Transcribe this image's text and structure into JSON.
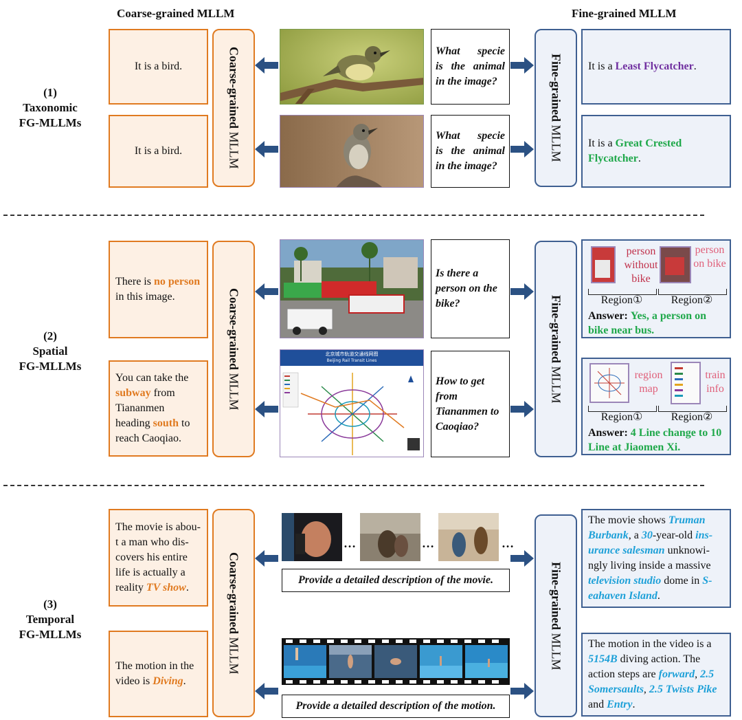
{
  "headers": {
    "coarse": "Coarse-grained MLLM",
    "fine": "Fine-grained MLLM"
  },
  "pill": {
    "coarse": "Coarse-grained",
    "mllm": "MLLM",
    "fine": "Fine-grained"
  },
  "rows": {
    "taxonomic": {
      "num": "(1)",
      "l1": "Taxonomic",
      "l2": "FG-MLLMs"
    },
    "spatial": {
      "num": "(2)",
      "l1": "Spatial",
      "l2": "FG-MLLMs"
    },
    "temporal": {
      "num": "(3)",
      "l1": "Temporal",
      "l2": "FG-MLLMs"
    }
  },
  "r1": {
    "coarse_a": "It is a bird.",
    "coarse_b": "It is a bird.",
    "q_a": [
      "What",
      "specie",
      "is",
      "the",
      "animal",
      "in the image?"
    ],
    "q_b": [
      "What",
      "specie",
      "is",
      "the",
      "animal",
      "in the image?"
    ],
    "fine_a_pre": "It is a ",
    "fine_a_hl": "Least Flycatcher",
    "fine_a_post": ".",
    "fine_b_pre": "It is a ",
    "fine_b_hl": "Great Crested Flycatcher",
    "fine_b_post": "."
  },
  "r2": {
    "coarse_a": {
      "t1": "There is ",
      "hl": "no person",
      "t2": " in this image."
    },
    "coarse_b": {
      "t1": "You can take the ",
      "hl1": "subway",
      "t2": " from Tiananmen heading ",
      "hl2": "south",
      "t3": " to reach Caoqiao."
    },
    "q_a": "Is there a person on the bike?",
    "q_b": "How to get from Tiananmen to Caoqiao?",
    "fine_a": {
      "lbl1": "person without bike",
      "lbl2": "person on bike",
      "reg1": "Region①",
      "reg2": "Region②",
      "ans_label": "Answer:",
      "ans": "Yes, a person on bike near bus."
    },
    "fine_b": {
      "lbl1": "region map",
      "lbl2": "train info",
      "reg1": "Region①",
      "reg2": "Region②",
      "ans_label": "Answer:",
      "ans": "4 Line change to 10 Line at Jiaomen Xi."
    },
    "map_title": "北京城市轨道交通线网图",
    "map_sub": "Beijing Rail Transit Lines"
  },
  "r3": {
    "coarse_a": {
      "t1": "The movie is abou-t a man who dis-covers his entire life is actually a reality ",
      "hl": "TV show",
      "t2": "."
    },
    "coarse_b": {
      "t1": "The motion in the video is ",
      "hl": "Diving",
      "t2": "."
    },
    "q_a": "Provide a detailed description of the movie.",
    "q_b": "Provide a detailed description of the motion.",
    "fine_a": {
      "t1": "The movie shows ",
      "h1": "Truman Burbank",
      "t2": ", a ",
      "h2": "30",
      "t3": "-year-old ",
      "h3": "ins-urance salesman",
      "t4": " unknowi-ngly living inside a massive ",
      "h4": "television studio",
      "t5": " dome in ",
      "h5": "S-eahaven Island",
      "t6": "."
    },
    "fine_b": {
      "t1": "The motion in the video is a ",
      "h1": "5154B",
      "t2": " diving action. The action steps are ",
      "h2": "forward",
      "t3": ", ",
      "h4": "2.5 Somersaults",
      "t4": ", ",
      "h5": "2.5 Twists Pike",
      "t5": " and ",
      "h6": "Entry",
      "t6": "."
    },
    "ellipsis": "…"
  },
  "colors": {
    "orange": "#e07a20",
    "navy": "#3e5f91",
    "arrow": "#2b5183",
    "green": "#1fa84a",
    "purple": "#7030a0",
    "cyan": "#1da0d8",
    "red": "#c0304a"
  }
}
